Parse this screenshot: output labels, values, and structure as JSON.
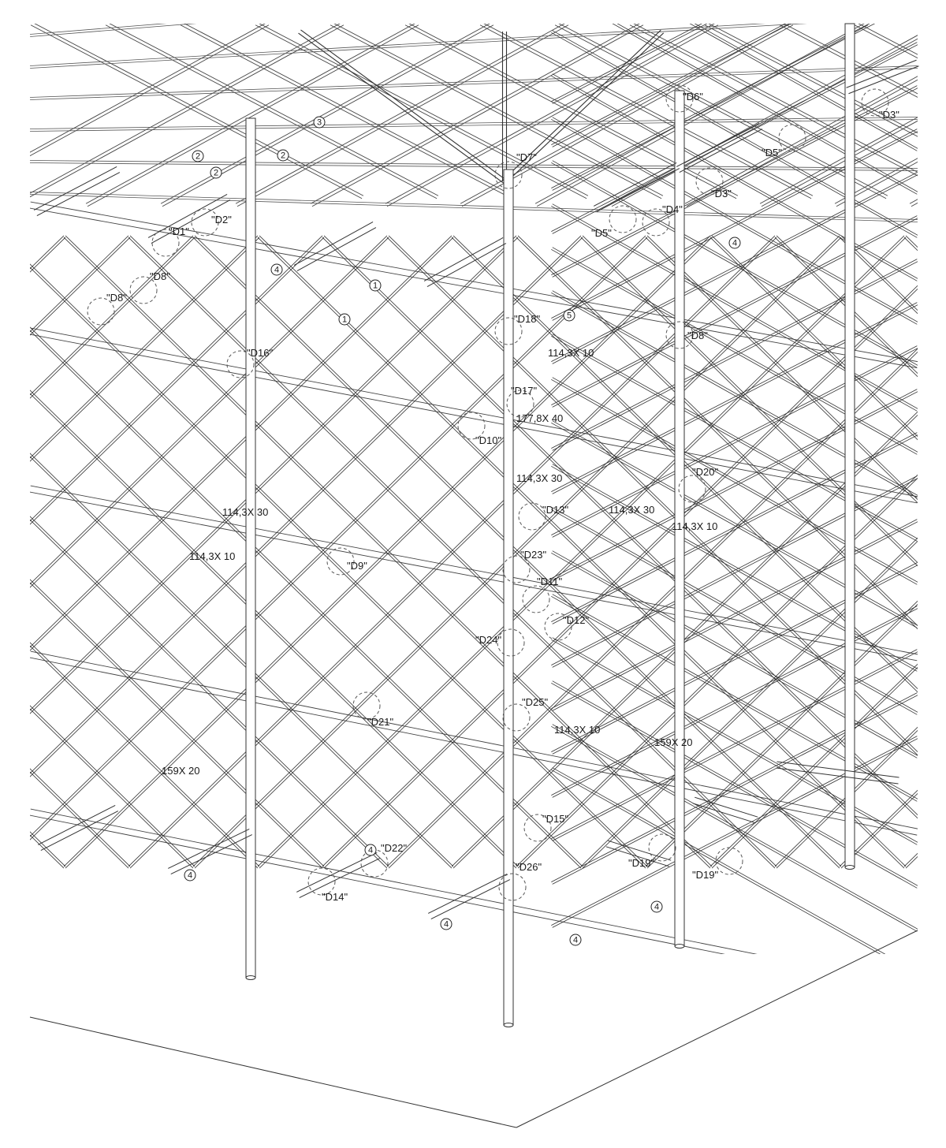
{
  "detail_callouts": [
    "\"D1\"",
    "\"D2\"",
    "\"D3\"",
    "\"D3\"",
    "\"D4\"",
    "\"D5\"",
    "\"D5\"",
    "\"D6\"",
    "\"D7\"",
    "\"D8\"",
    "\"D8\"",
    "\"D8\"",
    "\"D9\"",
    "\"D10\"",
    "\"D11\"",
    "\"D12\"",
    "\"D13\"",
    "\"D14\"",
    "\"D15\"",
    "\"D16\"",
    "\"D17\"",
    "\"D18\"",
    "\"D19\"",
    "\"D19\"",
    "\"D20\"",
    "\"D21\"",
    "\"D22\"",
    "\"D23\"",
    "\"D24\"",
    "\"D25\"",
    "\"D26\""
  ],
  "section_labels": [
    "114,3X 10",
    "177,8X 40",
    "114,3X 30",
    "114,3X 30",
    "114,3X 30",
    "114,3X 10",
    "114,3X 10",
    "114,3X 10",
    "159X 20",
    "159X 20"
  ],
  "member_markers": [
    "1",
    "1",
    "2",
    "2",
    "2",
    "3",
    "4",
    "4",
    "4",
    "4",
    "4",
    "4",
    "4",
    "5"
  ]
}
